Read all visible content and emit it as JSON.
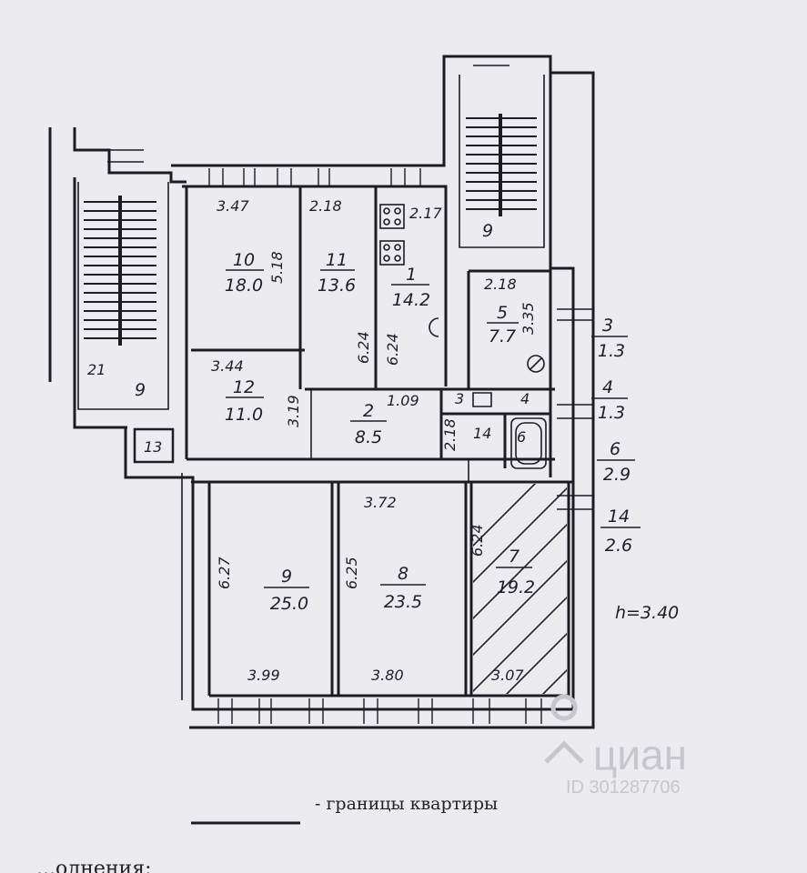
{
  "rooms": [
    {
      "num": "10",
      "area": "18.0"
    },
    {
      "num": "11",
      "area": "13.6"
    },
    {
      "num": "1",
      "area": "14.2"
    },
    {
      "num": "5",
      "area": "7.7"
    },
    {
      "num": "12",
      "area": "11.0"
    },
    {
      "num": "2",
      "area": "8.5"
    },
    {
      "num": "9",
      "area": "25.0"
    },
    {
      "num": "8",
      "area": "23.5"
    },
    {
      "num": "7",
      "area": "19.2"
    }
  ],
  "dims": {
    "d347": "3.47",
    "d218a": "2.18",
    "d217": "2.17",
    "d518": "5.18",
    "d218b": "2.18",
    "d335": "3.35",
    "d624a": "6.24",
    "d624b": "6.24",
    "d344": "3.44",
    "d319": "3.19",
    "d109": "1.09",
    "d218c": "2.18",
    "d372": "3.72",
    "d627": "6.27",
    "d625": "6.25",
    "d624c": "6.24",
    "d399": "3.99",
    "d380": "3.80",
    "d307": "3.07"
  },
  "labels": {
    "stair_right": "9",
    "stair_left": "9",
    "stair_left_num": "21",
    "small13": "13",
    "r3": "3",
    "r4": "4",
    "r14": "14",
    "r6": "6"
  },
  "side_list": [
    {
      "num": "3",
      "area": "1.3"
    },
    {
      "num": "4",
      "area": "1.3"
    },
    {
      "num": "6",
      "area": "2.9"
    },
    {
      "num": "14",
      "area": "2.6"
    }
  ],
  "height_note": "h=3.40",
  "legend": "- границы квартиры",
  "watermark": {
    "brand": "циан",
    "id": "ID 301287706"
  },
  "bottom_text": "...олнения:"
}
